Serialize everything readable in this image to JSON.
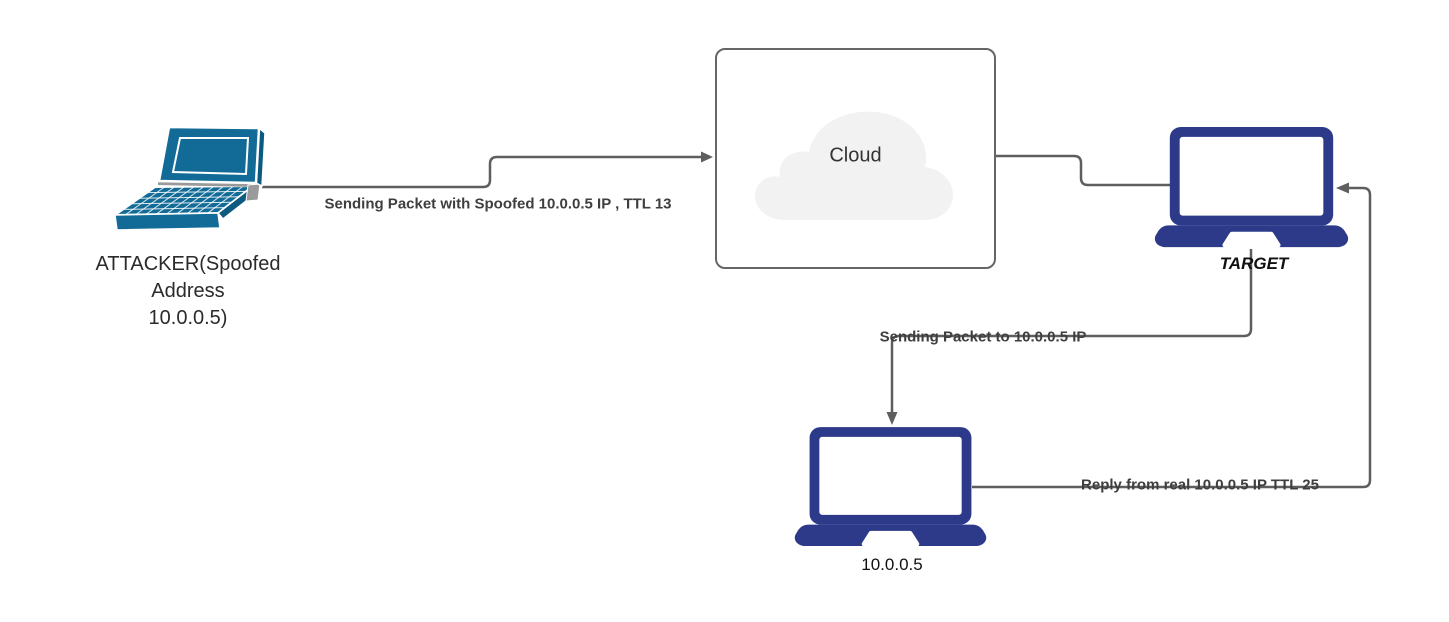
{
  "colors": {
    "background": "#ffffff",
    "edge_line": "#5e5e5e",
    "cloud_box_border": "#666666",
    "cloud_fill": "#f2f2f2",
    "laptop_teal": "#116b96",
    "laptop_teal_dark": "#0b5a80",
    "laptop_navy": "#2d3a8a",
    "edge_label_text": "#3e3e3e",
    "node_label_text": "#2b2b2b"
  },
  "nodes": {
    "attacker": {
      "label_lines": [
        "ATTACKER(Spoofed",
        "Address",
        "10.0.0.5)"
      ]
    },
    "cloud": {
      "label": "Cloud"
    },
    "target": {
      "label": "TARGET"
    },
    "real_host": {
      "label": "10.0.0.5"
    }
  },
  "edges": {
    "attacker_to_cloud": {
      "label": "Sending Packet with Spoofed 10.0.0.5 IP , TTL 13"
    },
    "target_to_real_host": {
      "label": "Sending Packet to 10.0.0.5 IP"
    },
    "real_host_to_target": {
      "label": "Reply from real 10.0.0.5 IP TTL 25"
    }
  }
}
